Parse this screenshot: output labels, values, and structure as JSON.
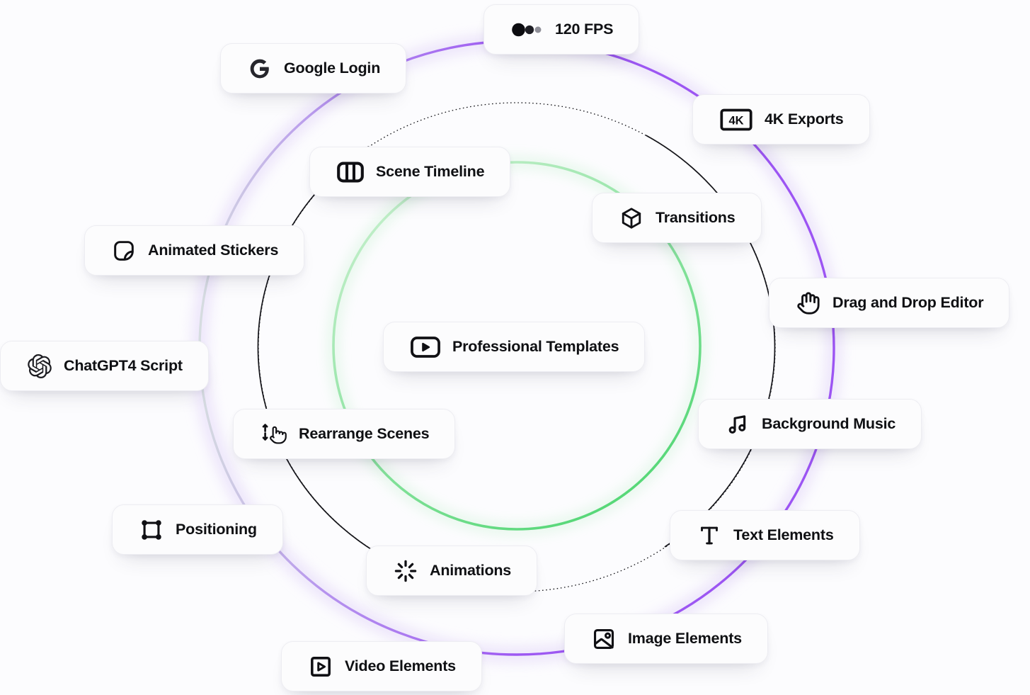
{
  "page": {
    "title": "Video editor feature orbit",
    "background": "#fcfcfe"
  },
  "colors": {
    "accent_purple": "#9d58f2",
    "accent_green": "#50d673",
    "orbit_black": "#141419",
    "card_background": "#fcfcfd",
    "card_border": "#ededf2",
    "text": "#0f1013",
    "dot_primary": "#0c0c10",
    "dot_secondary": "#1e1e24",
    "dot_tertiary": "#8f8f98"
  },
  "decor": {
    "orbits": [
      {
        "name": "outer-purple-orbit",
        "color": "#9d58f2",
        "style": "solid gradient"
      },
      {
        "name": "middle-black-orbit",
        "color": "#141419",
        "style": "dotted with solid segments"
      },
      {
        "name": "inner-green-orbit",
        "color": "#50d673",
        "style": "solid gradient"
      }
    ]
  },
  "features": [
    {
      "id": "fps",
      "label": "120 FPS",
      "icon": "fps-dots-icon"
    },
    {
      "id": "google-login",
      "label": "Google Login",
      "icon": "google-icon"
    },
    {
      "id": "4k-exports",
      "label": "4K Exports",
      "icon": "4k-badge-icon"
    },
    {
      "id": "scene-timeline",
      "label": "Scene Timeline",
      "icon": "timeline-columns-icon"
    },
    {
      "id": "transitions",
      "label": "Transitions",
      "icon": "cube-icon"
    },
    {
      "id": "animated-stickers",
      "label": "Animated Stickers",
      "icon": "sticker-icon"
    },
    {
      "id": "drag-drop-editor",
      "label": "Drag and Drop Editor",
      "icon": "hand-grab-icon"
    },
    {
      "id": "professional-templates",
      "label": "Professional Templates",
      "icon": "video-player-icon"
    },
    {
      "id": "chatgpt4-script",
      "label": "ChatGPT4 Script",
      "icon": "openai-icon"
    },
    {
      "id": "background-music",
      "label": "Background Music",
      "icon": "music-note-icon"
    },
    {
      "id": "rearrange-scenes",
      "label": "Rearrange Scenes",
      "icon": "pointer-arrows-icon"
    },
    {
      "id": "positioning",
      "label": "Positioning",
      "icon": "selection-corners-icon"
    },
    {
      "id": "text-elements",
      "label": "Text Elements",
      "icon": "serif-t-icon"
    },
    {
      "id": "animations",
      "label": "Animations",
      "icon": "spinner-icon"
    },
    {
      "id": "image-elements",
      "label": "Image Elements",
      "icon": "image-icon"
    },
    {
      "id": "video-elements",
      "label": "Video Elements",
      "icon": "play-square-icon"
    }
  ]
}
